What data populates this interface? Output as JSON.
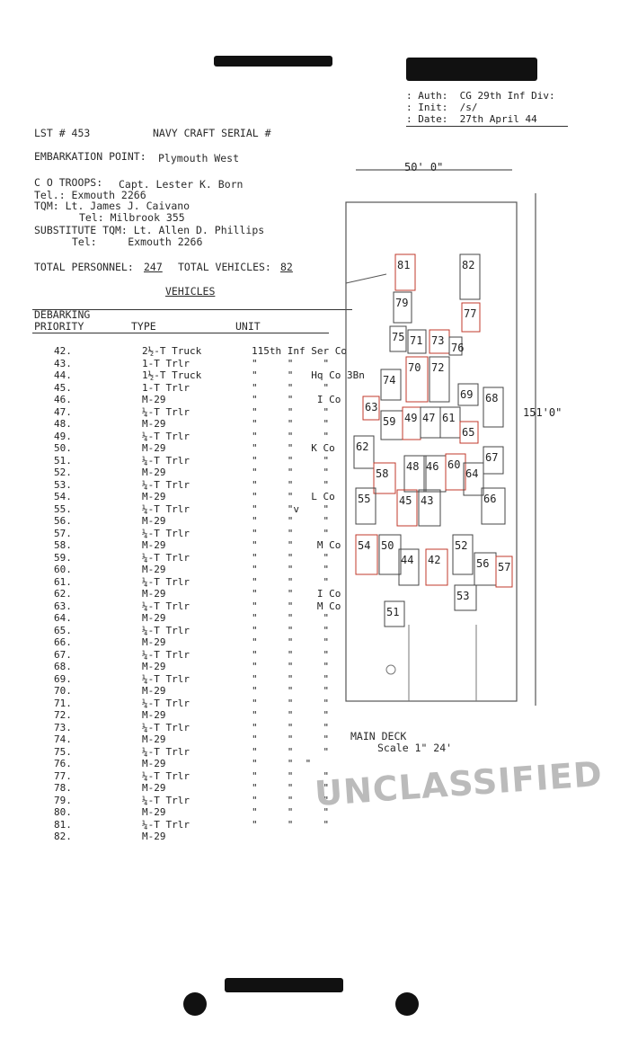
{
  "header": {
    "auth_label": ": Auth:",
    "auth_value": "CG 29th Inf Div:",
    "init_label": ": Init:",
    "init_value": "/s/",
    "date_label": ": Date:",
    "date_value": "27th April 44",
    "lst": "LST # 453",
    "navy_craft": "NAVY CRAFT SERIAL #",
    "embarkation_label": "EMBARKATION POINT:",
    "embarkation_value": "Plymouth West",
    "co_troops_label": "C O TROOPS:",
    "co_troops_value": "Capt. Lester K. Born",
    "co_tel": "Tel.: Exmouth 2266",
    "tqm": "TQM: Lt. James J. Caivano",
    "tqm_tel": "Tel: Milbrook 355",
    "sub_tqm": "SUBSTITUTE TQM: Lt. Allen D. Phillips",
    "sub_tel": "Tel:     Exmouth 2266",
    "total_personnel_label": "TOTAL PERSONNEL:",
    "total_personnel": "247",
    "total_vehicles_label": "TOTAL VEHICLES:",
    "total_vehicles": "82",
    "vehicles_title": "VEHICLES",
    "col_priority": "DEBARKING\nPRIORITY",
    "col_type": "TYPE",
    "col_unit": "UNIT"
  },
  "vehicles": [
    {
      "n": "42.",
      "type": "2½-T Truck",
      "unit": "115th Inf Ser Co"
    },
    {
      "n": "43.",
      "type": "1-T Trlr",
      "unit": "\"     \"     \""
    },
    {
      "n": "44.",
      "type": "1½-T Truck",
      "unit": "\"     \"   Hq Co 3Bn"
    },
    {
      "n": "45.",
      "type": "1-T Trlr",
      "unit": "\"     \"     \""
    },
    {
      "n": "46.",
      "type": "M-29",
      "unit": "\"     \"    I Co"
    },
    {
      "n": "47.",
      "type": "¼-T Trlr",
      "unit": "\"     \"     \""
    },
    {
      "n": "48.",
      "type": "M-29",
      "unit": "\"     \"     \""
    },
    {
      "n": "49.",
      "type": "¼-T Trlr",
      "unit": "\"     \"     \""
    },
    {
      "n": "50.",
      "type": "M-29",
      "unit": "\"     \"   K Co"
    },
    {
      "n": "51.",
      "type": "¼-T Trlr",
      "unit": "\"     \"     \""
    },
    {
      "n": "52.",
      "type": "M-29",
      "unit": "\"     \"     \""
    },
    {
      "n": "53.",
      "type": "¼-T Trlr",
      "unit": "\"     \"     \""
    },
    {
      "n": "54.",
      "type": "M-29",
      "unit": "\"     \"   L Co"
    },
    {
      "n": "55.",
      "type": "¼-T Trlr",
      "unit": "\"     \"v    \""
    },
    {
      "n": "56.",
      "type": "M-29",
      "unit": "\"     \"     \""
    },
    {
      "n": "57.",
      "type": "¼-T Trlr",
      "unit": "\"     \"     \""
    },
    {
      "n": "58.",
      "type": "M-29",
      "unit": "\"     \"    M Co"
    },
    {
      "n": "59.",
      "type": "¼-T Trlr",
      "unit": "\"     \"     \""
    },
    {
      "n": "60.",
      "type": "M-29",
      "unit": "\"     \"     \""
    },
    {
      "n": "61.",
      "type": "¼-T Trlr",
      "unit": "\"     \"     \""
    },
    {
      "n": "62.",
      "type": "M-29",
      "unit": "\"     \"    I Co"
    },
    {
      "n": "63.",
      "type": "¼-T Trlr",
      "unit": "\"     \"    M Co"
    },
    {
      "n": "64.",
      "type": "M-29",
      "unit": "\"     \"     \""
    },
    {
      "n": "65.",
      "type": "¼-T Trlr",
      "unit": "\"     \"     \""
    },
    {
      "n": "66.",
      "type": "M-29",
      "unit": "\"     \"     \""
    },
    {
      "n": "67.",
      "type": "¼-T Trlr",
      "unit": "\"     \"     \""
    },
    {
      "n": "68.",
      "type": "M-29",
      "unit": "\"     \"     \""
    },
    {
      "n": "69.",
      "type": "¼-T Trlr",
      "unit": "\"     \"     \""
    },
    {
      "n": "70.",
      "type": "M-29",
      "unit": "\"     \"     \""
    },
    {
      "n": "71.",
      "type": "¼-T Trlr",
      "unit": "\"     \"     \""
    },
    {
      "n": "72.",
      "type": "M-29",
      "unit": "\"     \"     \""
    },
    {
      "n": "73.",
      "type": "¼-T Trlr",
      "unit": "\"     \"     \""
    },
    {
      "n": "74.",
      "type": "M-29",
      "unit": "\"     \"     \""
    },
    {
      "n": "75.",
      "type": "¼-T Trlr",
      "unit": "\"     \"     \""
    },
    {
      "n": "76.",
      "type": "M-29",
      "unit": "\"     \"  \""
    },
    {
      "n": "77.",
      "type": "¼-T Trlr",
      "unit": "\"     \"     \""
    },
    {
      "n": "78.",
      "type": "M-29",
      "unit": "\"     \"     \""
    },
    {
      "n": "79.",
      "type": "¼-T Trlr",
      "unit": "\"     \"     \""
    },
    {
      "n": "80.",
      "type": "M-29",
      "unit": "\"     \"     \""
    },
    {
      "n": "81.",
      "type": "¼-T Trlr",
      "unit": "\"     \"     \""
    },
    {
      "n": "82.",
      "type": "M-29",
      "unit": ""
    }
  ],
  "deck": {
    "width_label": "50' 0\"",
    "length_label": "151'0\"",
    "title": "MAIN DECK",
    "scale": "Scale 1\" 24'",
    "slots": [
      "81",
      "82",
      "79",
      "77",
      "75",
      "71",
      "73",
      "76",
      "74",
      "70",
      "72",
      "69",
      "63",
      "68",
      "59",
      "49",
      "47",
      "61",
      "65",
      "62",
      "67",
      "58",
      "48",
      "46",
      "60",
      "64",
      "55",
      "45",
      "43",
      "66",
      "54",
      "50",
      "44",
      "42",
      "52",
      "56",
      "57",
      "53",
      "51"
    ]
  },
  "stamp": "UNCLASSIFIED"
}
